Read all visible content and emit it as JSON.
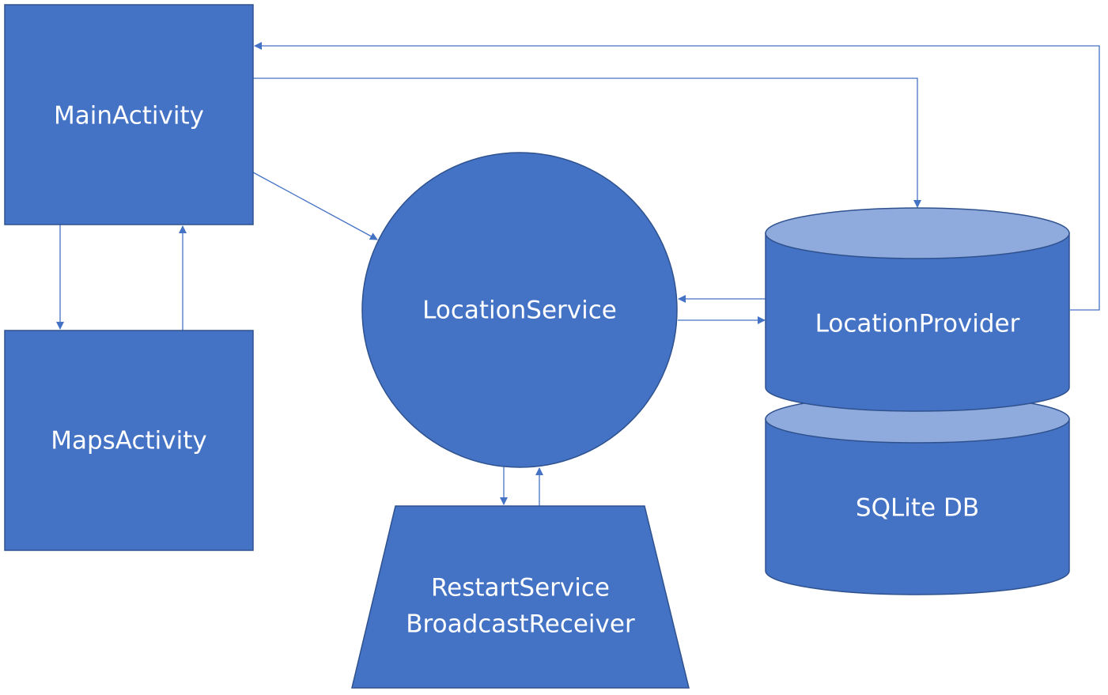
{
  "nodes": {
    "main_activity": {
      "label": "MainActivity"
    },
    "maps_activity": {
      "label": "MapsActivity"
    },
    "location_service": {
      "label": "LocationService"
    },
    "location_provider": {
      "label": "LocationProvider"
    },
    "sqlite_db": {
      "label": "SQLite DB"
    },
    "restart_receiver": {
      "line1": "RestartService",
      "line2": "BroadcastReceiver"
    }
  },
  "colors": {
    "fill": "#4472C4",
    "fill_light": "#8FAADC",
    "stroke": "#2F528F",
    "connector": "#4472C4",
    "text": "#FFFFFF"
  }
}
